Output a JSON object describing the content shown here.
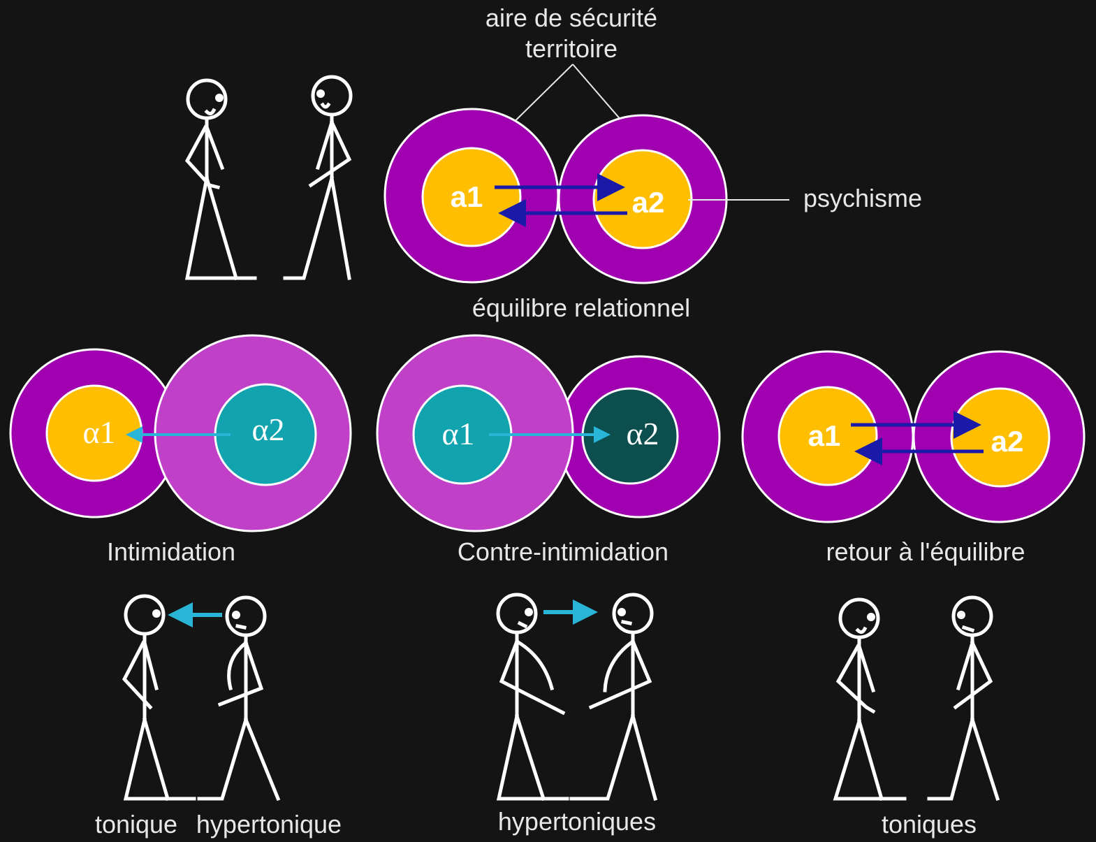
{
  "colors": {
    "background": "#141414",
    "territory": "#a000b0",
    "territory_expanded": "#c040c8",
    "psyche": "#ffbf00",
    "psyche_intimidating": "#12a4ae",
    "psyche_intimidated": "#0d4e4e",
    "exchange_arrow": "#1a1aa8",
    "intimidation_arrow": "#29b5d8",
    "outline": "#ffffff"
  },
  "labels": {
    "security_area": "aire de sécurité",
    "territory": "territoire",
    "psychism": "psychisme",
    "equilibrium": "équilibre relationnel",
    "intimidation": "Intimidation",
    "counter_intimidation": "Contre-intimidation",
    "return_equilibrium": "retour à l'équilibre",
    "tonic": "tonique",
    "hypertonic": "hypertonique",
    "hypertonics": "hypertoniques",
    "tonics": "toniques"
  },
  "circle_labels": {
    "a1": "a1",
    "a2": "a2",
    "alpha1": "α1",
    "alpha2": "α2"
  }
}
